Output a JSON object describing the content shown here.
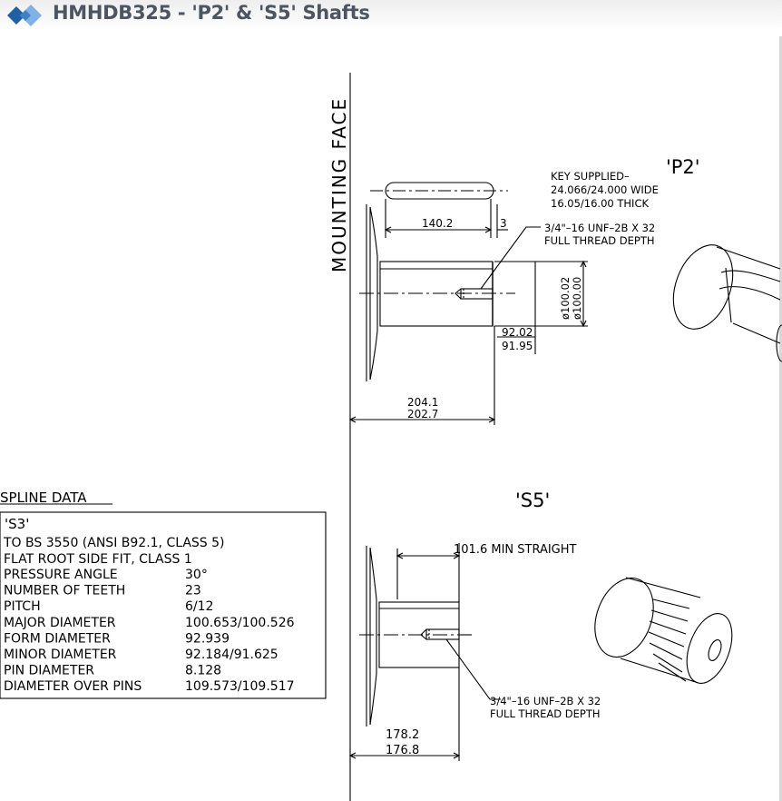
{
  "header": {
    "title": "HMHDB325 - 'P2' & 'S5' Shafts",
    "logo_color_dark": "#1f5fa8",
    "logo_color_light": "#7fb2e5",
    "title_color": "#4d5561"
  },
  "drawing": {
    "mounting_face_label": "MOUNTING FACE",
    "p2": {
      "label": "'P2'",
      "key_note": [
        "KEY SUPPLIED–",
        "24.066/24.000 WIDE",
        "16.05/16.00 THICK"
      ],
      "thread_note": [
        "3/4\"–16 UNF–2B X 32",
        "FULL THREAD DEPTH"
      ],
      "dim_key_length": "140.2",
      "dim_key_offset": "3",
      "dim_dia_max": "ø100.02",
      "dim_dia_min": "ø100.00",
      "dim_shoulder_max": "92.02",
      "dim_shoulder_min": "91.95",
      "dim_overall_max": "204.1",
      "dim_overall_min": "202.7"
    },
    "s5": {
      "label": "'S5'",
      "straight_note": "101.6 MIN STRAIGHT",
      "thread_note": [
        "3/4\"–16 UNF–2B X 32",
        "FULL THREAD DEPTH"
      ],
      "dim_overall_max": "178.2",
      "dim_overall_min": "176.8"
    }
  },
  "spline": {
    "heading": "SPLINE DATA",
    "code": "'S3'",
    "standard_lines": [
      "TO BS 3550 (ANSI B92.1, CLASS 5)",
      "FLAT ROOT SIDE FIT, CLASS 1"
    ],
    "rows": [
      {
        "label": "PRESSURE ANGLE",
        "value": "30°"
      },
      {
        "label": "NUMBER OF TEETH",
        "value": "23"
      },
      {
        "label": "PITCH",
        "value": "6/12"
      },
      {
        "label": "MAJOR DIAMETER",
        "value": "100.653/100.526"
      },
      {
        "label": "FORM DIAMETER",
        "value": "92.939"
      },
      {
        "label": "MINOR DIAMETER",
        "value": "92.184/91.625"
      },
      {
        "label": "PIN DIAMETER",
        "value": "8.128"
      },
      {
        "label": "DIAMETER OVER PINS",
        "value": "109.573/109.517"
      }
    ]
  }
}
